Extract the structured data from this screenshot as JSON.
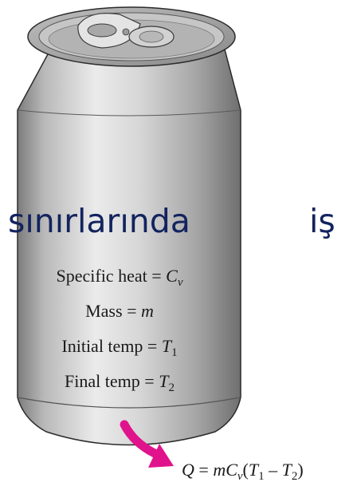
{
  "overlay": {
    "word_1": "sınırlarında",
    "word_2": "iş",
    "color": "#12235e"
  },
  "can_labels": {
    "specific_heat": {
      "label": "Specific heat",
      "eq": " = ",
      "symbol": "C",
      "sub": "v"
    },
    "mass": {
      "label": "Mass",
      "eq": " = ",
      "symbol": "m"
    },
    "initial_temp": {
      "label": "Initial temp",
      "eq": " = ",
      "symbol": "T",
      "sub": "1"
    },
    "final_temp": {
      "label": "Final temp",
      "eq": " = ",
      "symbol": "T",
      "sub": "2"
    }
  },
  "heat_equation": {
    "q": "Q",
    "eq": " = ",
    "m": "mC",
    "sub_v": "v",
    "open": "(",
    "t1": "T",
    "sub_1": "1",
    "minus": " – ",
    "t2": "T",
    "sub_2": "2",
    "close": ")"
  },
  "colors": {
    "arrow": "#e0138c",
    "can_outline": "#2b2b2b",
    "text": "#1a1a1a"
  }
}
